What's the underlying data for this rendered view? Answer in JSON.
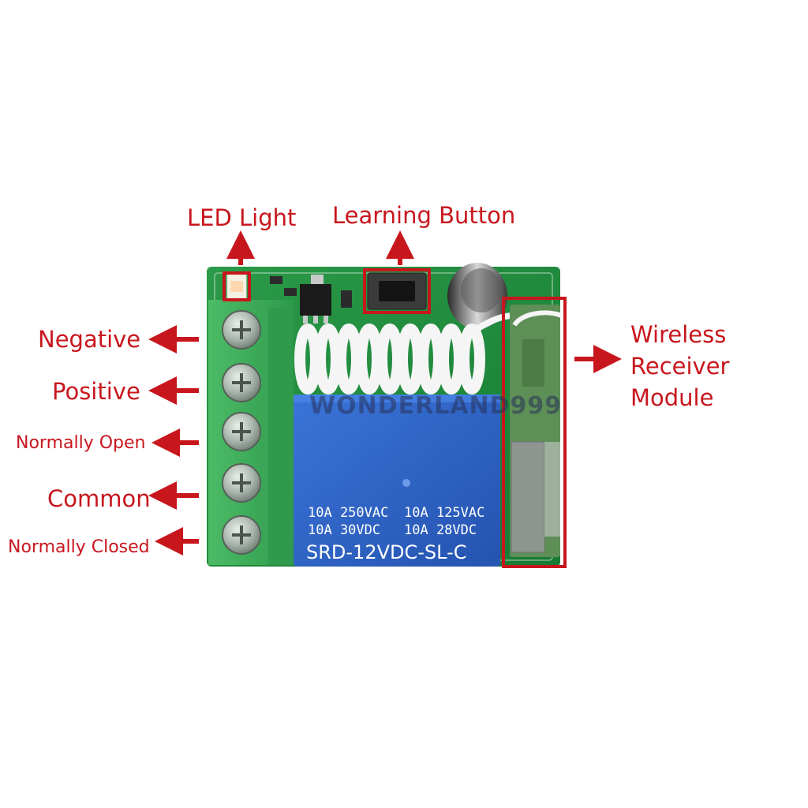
{
  "labels": {
    "led_light": "LED Light",
    "learning_button": "Learning Button",
    "negative": "Negative",
    "positive": "Positive",
    "normally_open": "Normally Open",
    "common": "Common",
    "normally_closed": "Normally Closed",
    "wireless_line1": "Wireless",
    "wireless_line2": "Receiver",
    "wireless_line3": "Module"
  },
  "relay": {
    "rating_line1_left": "10A  250VAC",
    "rating_line1_right": "10A  125VAC",
    "rating_line2_left": "10A   30VDC",
    "rating_line2_right": "10A   28VDC",
    "model": "SRD-12VDC-SL-C"
  },
  "watermark": "WONDERLAND999",
  "colors": {
    "annotation": "#c8161d",
    "pcb": "#1f8a3c",
    "terminal": "#3fae5a",
    "relay": "#2f63c4"
  }
}
